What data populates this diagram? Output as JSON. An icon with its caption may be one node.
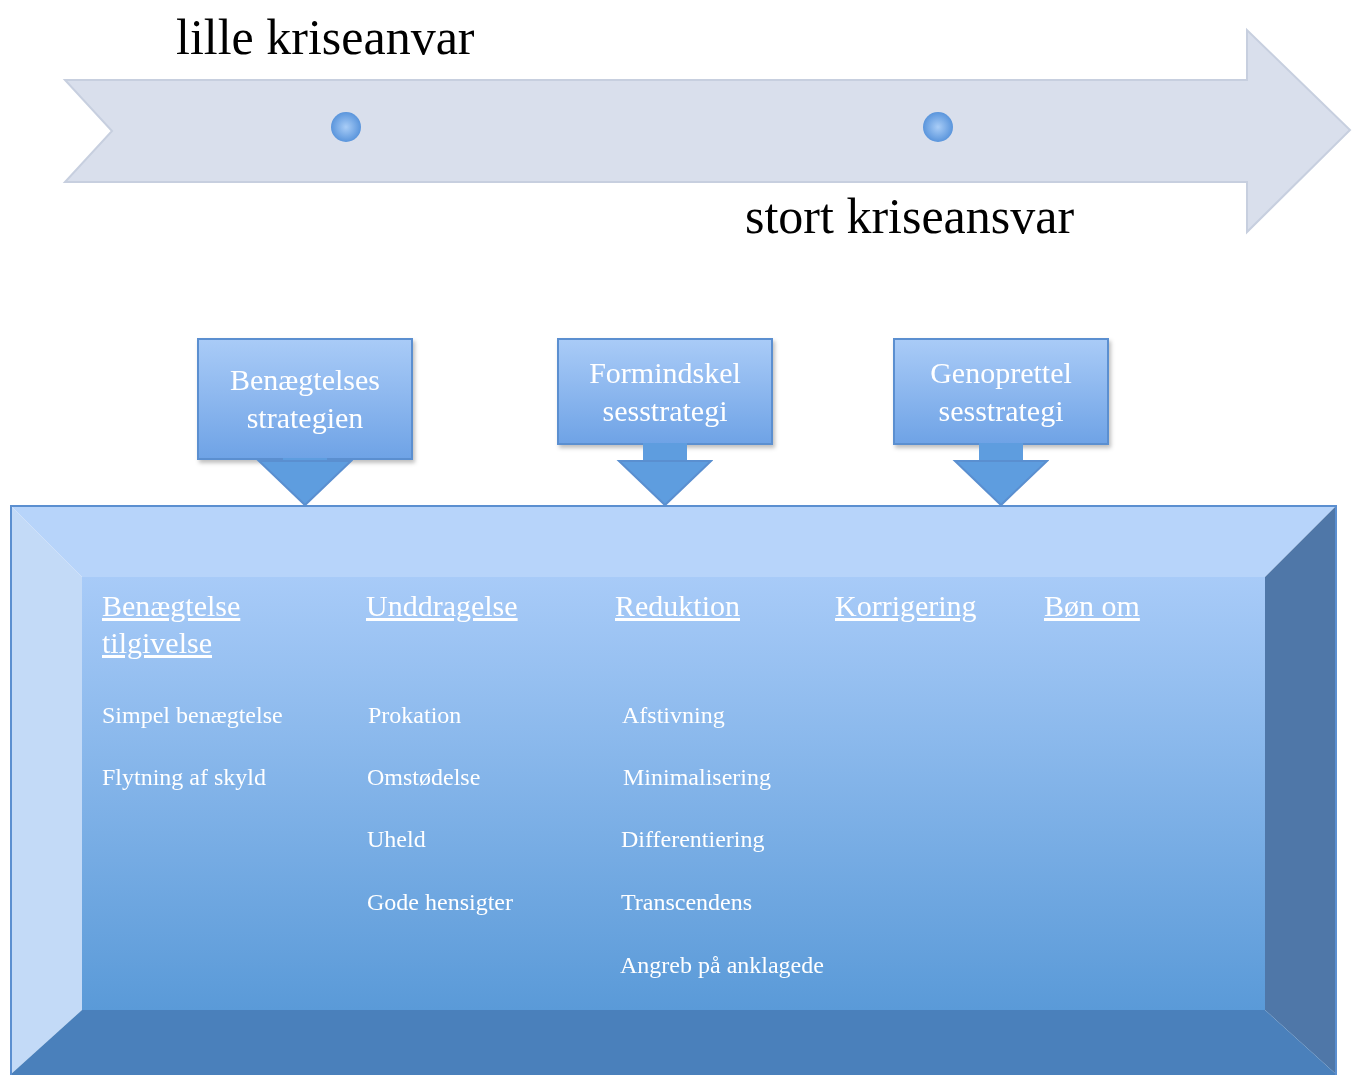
{
  "diagram": {
    "nodes": [
      {
        "text": [
          "Benægtelses strategien"
        ]
      },
      {
        "text": [
          "Formindskel sesstrategi"
        ]
      },
      {
        "text": [
          "Genoprettel sesstrategi"
        ]
      },
      {
        "text": [],
        "shape": "box"
      }
    ],
    "edges": [
      {
        "from": 0,
        "to": 3,
        "arrow": "to"
      },
      {
        "from": 1,
        "to": 3,
        "arrow": "to"
      },
      {
        "from": 2,
        "to": 3,
        "arrow": "to"
      }
    ],
    "labels": [
      "lille kriseanvar",
      "stort kriseansvar",
      "Benægtelse",
      "Unddragelse",
      "Reduktion",
      "Korrigering",
      "Bøn om",
      "tilgivelse",
      "Simpel benægtelse",
      "Prokation",
      "Afstivning",
      "Flytning af skyld",
      "Omstødelse",
      "Minimalisering",
      "Uheld",
      "Differentiering",
      "Gode hensigter",
      "Transcendens",
      "Angreb på anklagede"
    ]
  }
}
